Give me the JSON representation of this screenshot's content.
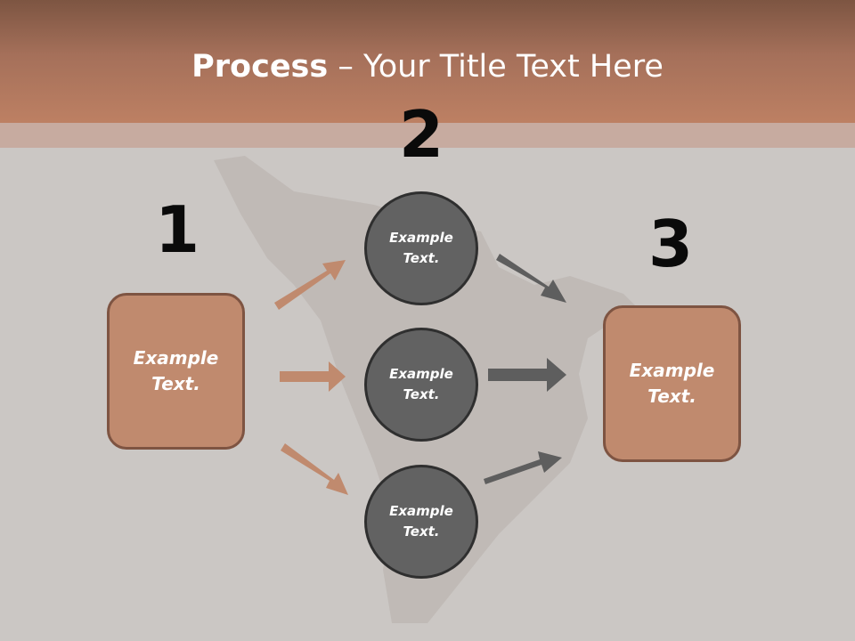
{
  "title": {
    "bold": "Process",
    "rest": " – Your Title Text Here"
  },
  "steps": [
    {
      "number": "1",
      "label": "Example\nText."
    },
    {
      "number": "2"
    },
    {
      "number": "3",
      "label": "Example\nText."
    }
  ],
  "circles": [
    {
      "label": "Example\nText."
    },
    {
      "label": "Example\nText."
    },
    {
      "label": "Example\nText."
    }
  ],
  "colors": {
    "accent": "#c08a6e",
    "accent_border": "#7e5442",
    "circle": "#626262",
    "circle_border": "#2f2f2f",
    "arrow_gray": "#5e5e5e"
  }
}
